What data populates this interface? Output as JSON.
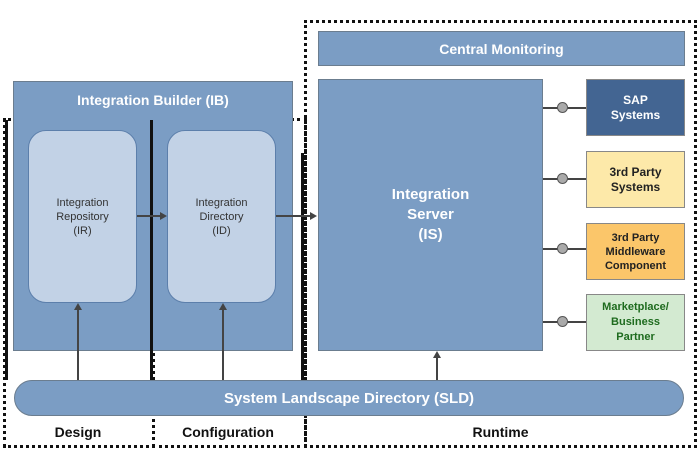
{
  "central_monitoring": {
    "label": "Central Monitoring"
  },
  "integration_builder": {
    "label": "Integration Builder (IB)",
    "repository": {
      "lines": [
        "Integration",
        "Repository",
        "(IR)"
      ]
    },
    "directory": {
      "lines": [
        "Integration",
        "Directory",
        "(ID)"
      ]
    }
  },
  "integration_server": {
    "lines": [
      "Integration",
      "Server",
      "(IS)"
    ]
  },
  "external_systems": [
    {
      "lines": [
        "SAP",
        "Systems"
      ],
      "bg": "#436592",
      "fg": "#ffffff"
    },
    {
      "lines": [
        "3rd Party",
        "Systems"
      ],
      "bg": "#fde9a9",
      "fg": "#222222"
    },
    {
      "lines": [
        "3rd Party",
        "Middleware",
        "Component"
      ],
      "bg": "#fbc66a",
      "fg": "#222222"
    },
    {
      "lines": [
        "Marketplace/",
        "Business",
        "Partner"
      ],
      "bg": "#d3ead1",
      "fg": "#1e6b1e"
    }
  ],
  "sld": {
    "label": "System Landscape Directory (SLD)"
  },
  "phases": [
    {
      "label": "Design"
    },
    {
      "label": "Configuration"
    },
    {
      "label": "Runtime"
    }
  ],
  "colors": {
    "box_blue": "#7b9dc4",
    "inner_light": "#c2d2e6",
    "sap_dark": "#436592"
  }
}
